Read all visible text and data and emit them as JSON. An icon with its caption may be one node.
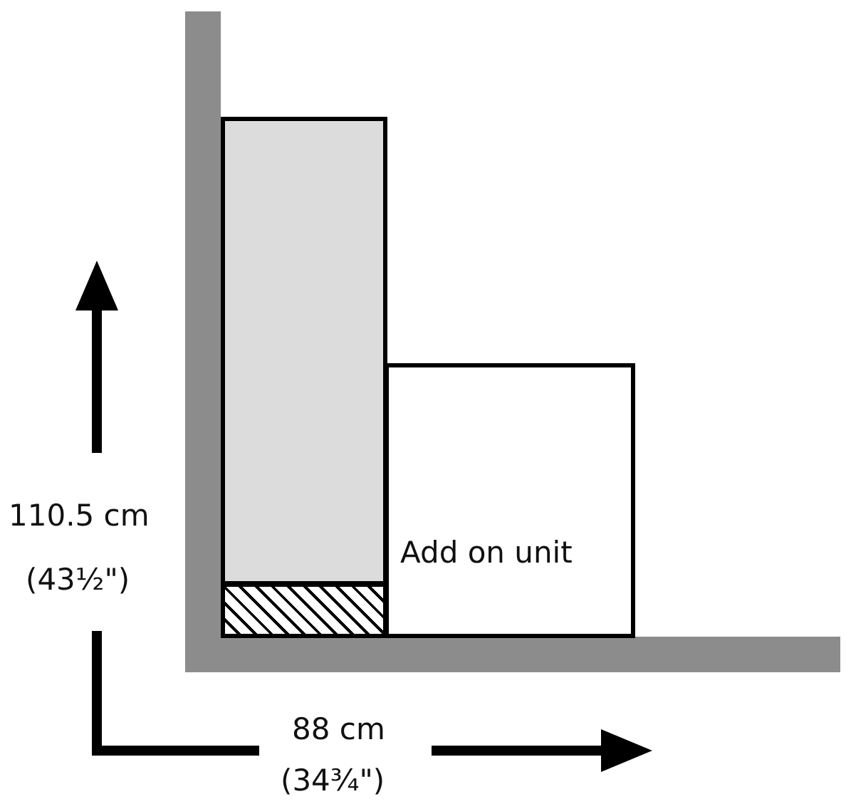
{
  "diagram": {
    "nodes": [
      {
        "text": [],
        "shape": "box"
      },
      {
        "text": [],
        "shape": "box"
      },
      {
        "text": [
          "Add on unit"
        ]
      }
    ],
    "labels": [
      "110.5 cm",
      "(43½\")",
      "88 cm",
      "(34¾\")"
    ]
  }
}
